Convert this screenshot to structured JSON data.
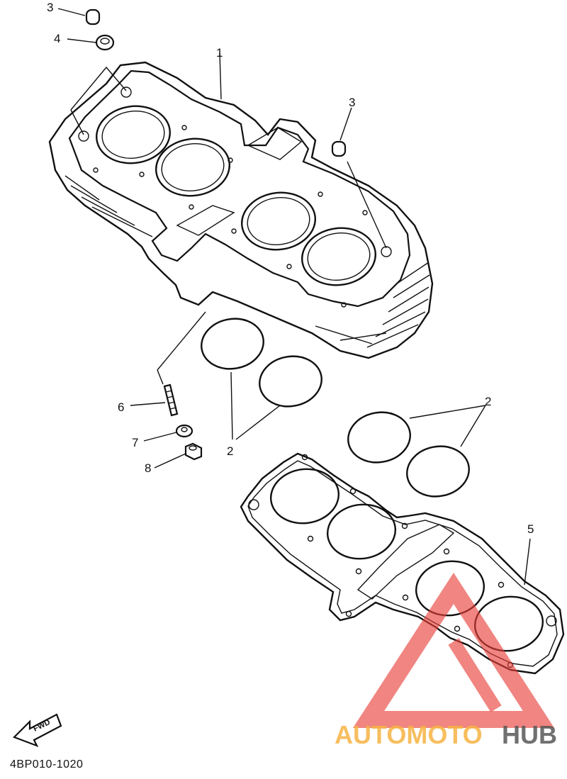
{
  "diagram": {
    "reference_code": "4BP010-1020",
    "fwd_label": "FWD",
    "part_numbers": {
      "cylinder": "1",
      "o_ring_left": "2",
      "o_ring_right": "2",
      "dowel_pin_top": "3",
      "dowel_pin_right": "3",
      "o_ring_small": "4",
      "gasket": "5",
      "stud_bolt": "6",
      "washer": "7",
      "nut": "8"
    }
  },
  "watermark": {
    "text_light": "AUTOMOTO",
    "text_dark": "HUB",
    "colors": {
      "red": "#e8403a",
      "orange": "#f5a623",
      "dark": "#3a3a3a"
    }
  }
}
